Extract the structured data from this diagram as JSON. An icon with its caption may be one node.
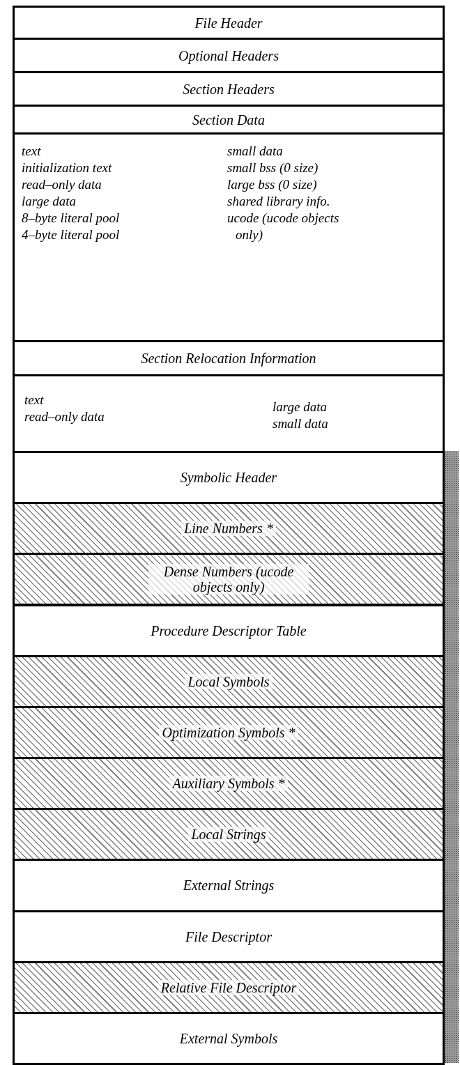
{
  "diagram": {
    "nodes": [
      {
        "text": [
          "File Header"
        ]
      },
      {
        "text": [
          "Optional Headers"
        ]
      },
      {
        "text": [
          "Section Headers"
        ]
      },
      {
        "text": [
          "Section Data"
        ]
      },
      {
        "text": [
          "text",
          "initialization text",
          "read–only data",
          "large data",
          "8–byte literal pool",
          "4–byte literal pool",
          "small data",
          "small bss (0 size)",
          "large bss (0 size)",
          "shared library info.",
          "ucode (ucode objects only)"
        ]
      },
      {
        "text": [
          "Section Relocation Information"
        ]
      },
      {
        "text": [
          "text",
          "read–only data",
          "large data",
          "small data"
        ]
      },
      {
        "text": [
          "Symbolic Header"
        ]
      },
      {
        "text": [
          "Line Numbers *"
        ]
      },
      {
        "text": [
          "Dense Numbers (ucode objects only)"
        ]
      },
      {
        "text": [
          "Procedure Descriptor Table"
        ]
      },
      {
        "text": [
          "Local Symbols"
        ]
      },
      {
        "text": [
          "Optimization Symbols *"
        ]
      },
      {
        "text": [
          "Auxiliary Symbols *"
        ]
      },
      {
        "text": [
          "Local Strings"
        ]
      },
      {
        "text": [
          "External Strings"
        ]
      },
      {
        "text": [
          "File Descriptor"
        ]
      },
      {
        "text": [
          "Relative File Descriptor"
        ]
      },
      {
        "text": [
          "External Symbols"
        ]
      },
      {
        "text": [],
        "shape": "bar"
      }
    ]
  }
}
